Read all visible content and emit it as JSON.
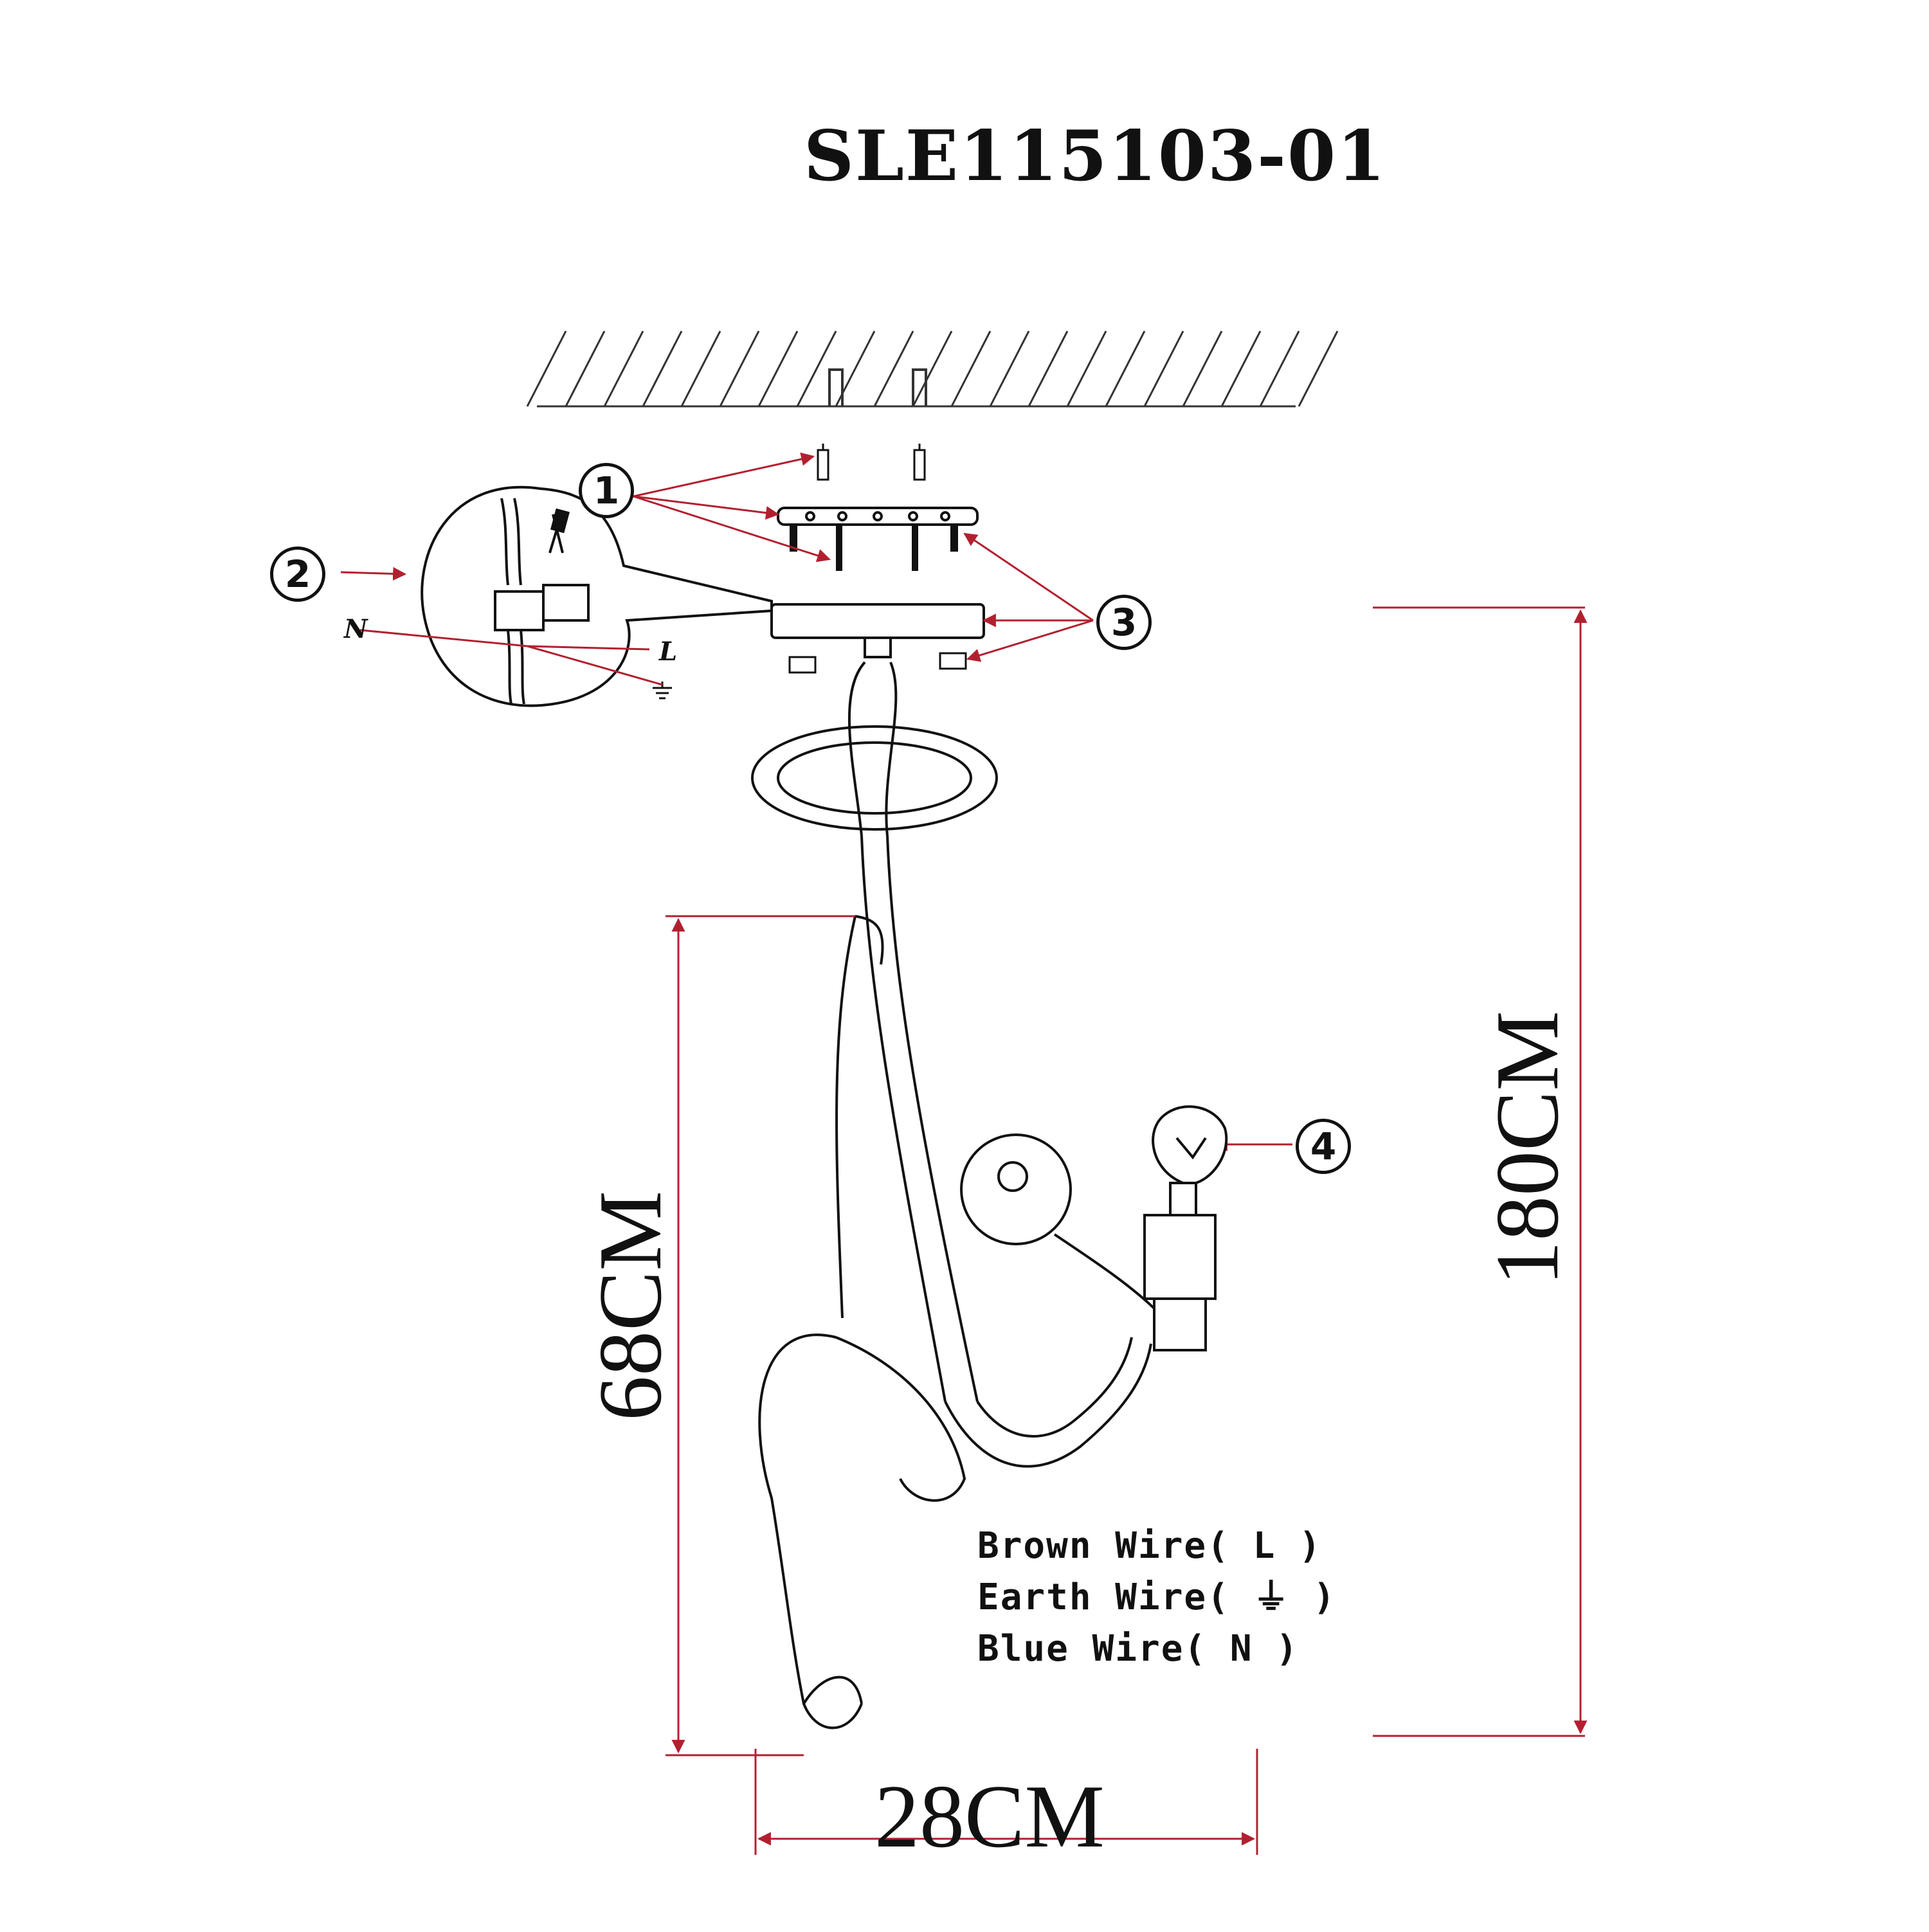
{
  "title": "SLE115103-01",
  "dimensions": {
    "height_partial": "68CM",
    "height_total": "180CM",
    "width": "28CM"
  },
  "callouts": [
    "1",
    "2",
    "3",
    "4"
  ],
  "wiring_labels": {
    "neutral": "N",
    "live": "L"
  },
  "wire_legend": [
    "Brown Wire( L )",
    "Earth Wire( ⏚ )",
    "Blue Wire( N )"
  ],
  "colors": {
    "dimension_lines": "#b22030",
    "line_art": "#111111"
  }
}
